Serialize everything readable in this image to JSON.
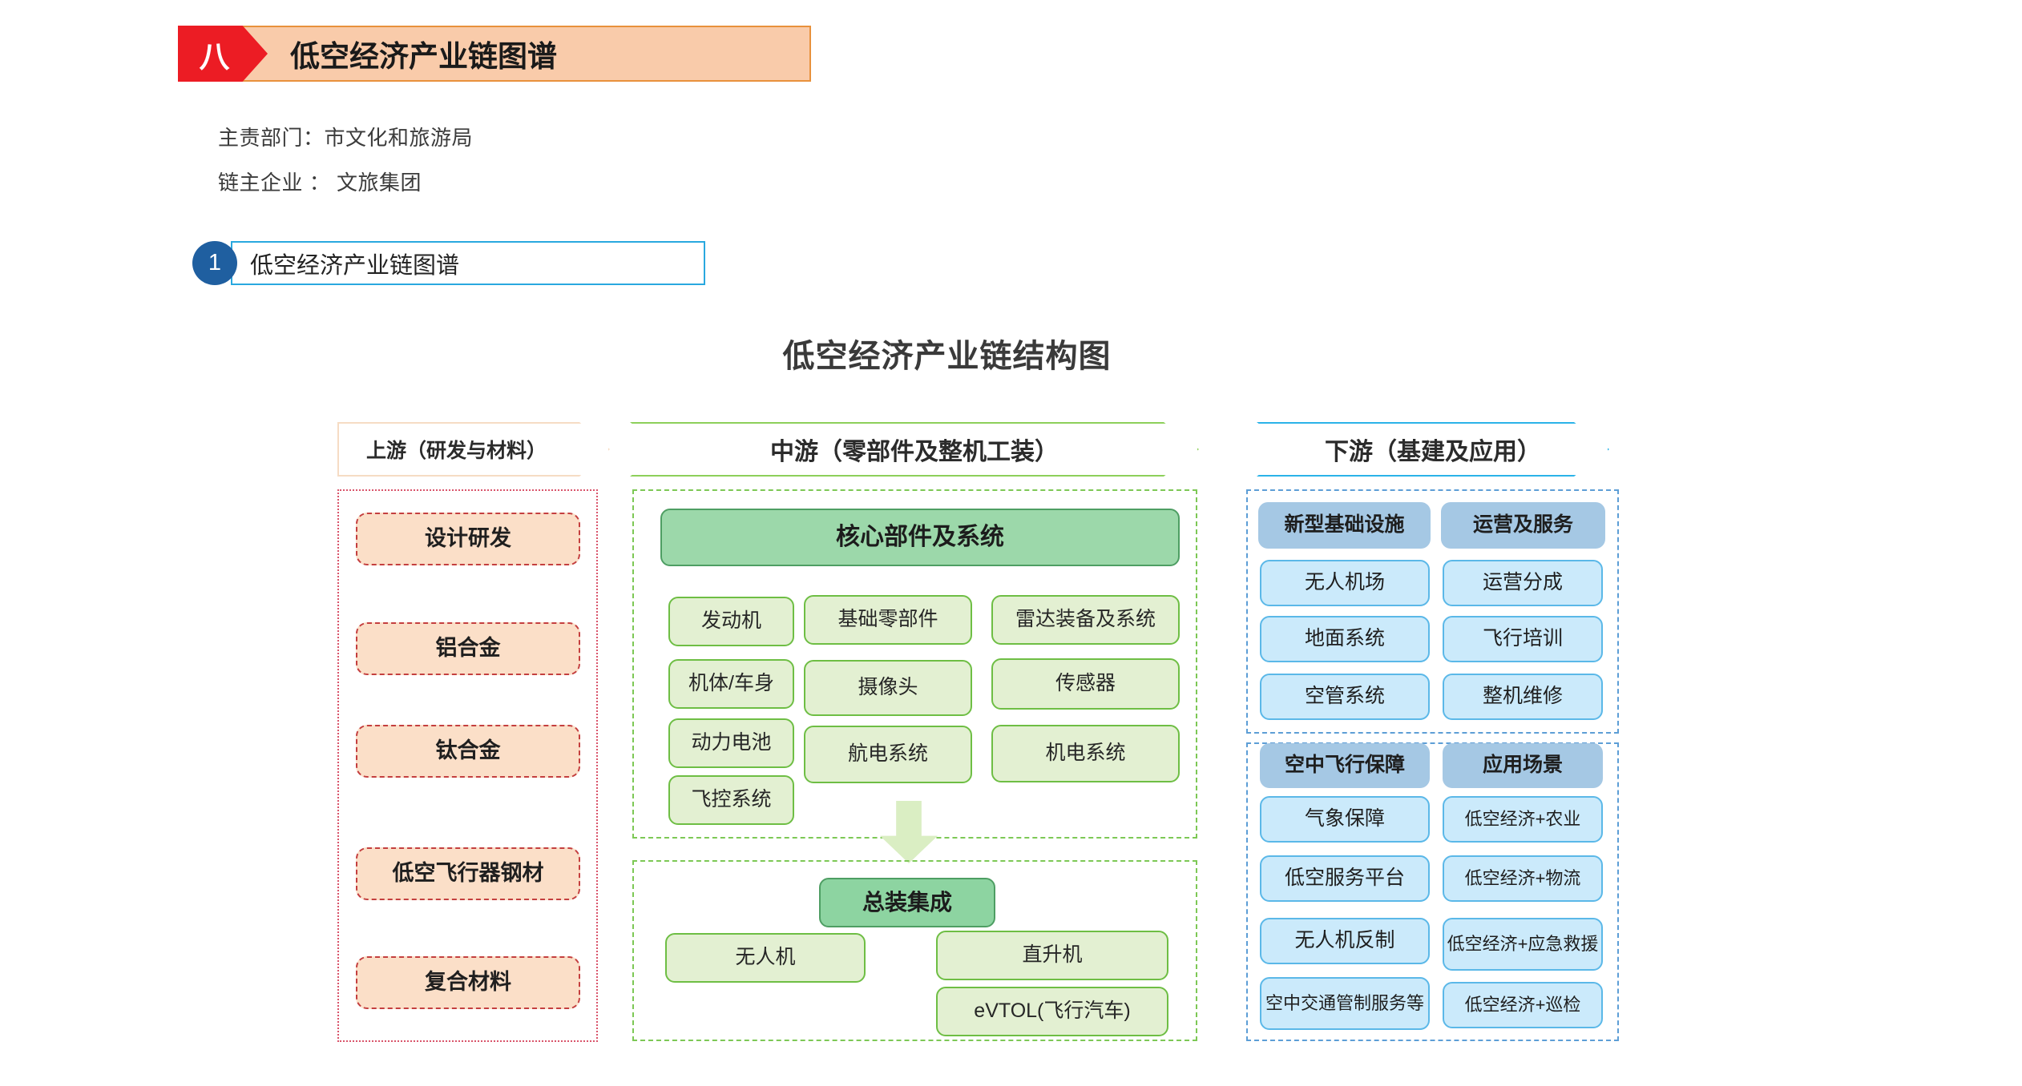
{
  "banner": {
    "badge": "八",
    "title": "低空经济产业链图谱"
  },
  "meta": {
    "line1": "主责部门：市文化和旅游局",
    "line2": "链主企业 ： 文旅集团"
  },
  "section": {
    "number": "1",
    "label": "低空经济产业链图谱"
  },
  "diagram": {
    "title": "低空经济产业链结构图",
    "upstream": {
      "header": "上游（研发与材料）",
      "items": [
        "设计研发",
        "铝合金",
        "钛合金",
        "低空飞行器钢材",
        "复合材料"
      ]
    },
    "midstream": {
      "header": "中游（零部件及整机工装）",
      "core_header": "核心部件及系统",
      "core_col1": [
        "发动机",
        "机体/车身",
        "动力电池",
        "飞控系统"
      ],
      "core_col2": [
        "基础零部件",
        "摄像头",
        "航电系统"
      ],
      "core_col3": [
        "雷达装备及系统",
        "传感器",
        "机电系统"
      ],
      "assembly_header": "总装集成",
      "assembly_left": [
        "无人机"
      ],
      "assembly_right": [
        "直升机",
        "eVTOL(飞行汽车)"
      ]
    },
    "downstream": {
      "header": "下游（基建及应用）",
      "group1": {
        "col1_header": "新型基础设施",
        "col1_items": [
          "无人机场",
          "地面系统",
          "空管系统"
        ],
        "col2_header": "运营及服务",
        "col2_items": [
          "运营分成",
          "飞行培训",
          "整机维修"
        ]
      },
      "group2": {
        "col1_header": "空中飞行保障",
        "col1_items": [
          "气象保障",
          "低空服务平台",
          "无人机反制",
          "空中交通管制服务等"
        ],
        "col2_header": "应用场景",
        "col2_items": [
          "低空经济+农业",
          "低空经济+物流",
          "低空经济+应急救援",
          "低空经济+巡检"
        ]
      }
    }
  },
  "colors": {
    "banner_badge": "#EC1C24",
    "banner_fill": "#F9CBAA",
    "banner_border": "#E8913C",
    "section_badge": "#1F5FA0",
    "section_border": "#29A8DF",
    "upstream_fill": "#FBDFC8",
    "upstream_border": "#C43F3F",
    "upstream_panel_border": "#D9546B",
    "mid_core_fill": "#9CD8AA",
    "mid_item_fill": "#E3F0D2",
    "mid_item_border": "#6EBE44",
    "mid_panel_border": "#7DC855",
    "down_head_fill": "#A5C8E4",
    "down_item_fill": "#CBEAFB",
    "down_item_border": "#5BB8E8",
    "down_panel_border": "#5D9ED6",
    "arrow_fill": "#DAEEC3"
  }
}
